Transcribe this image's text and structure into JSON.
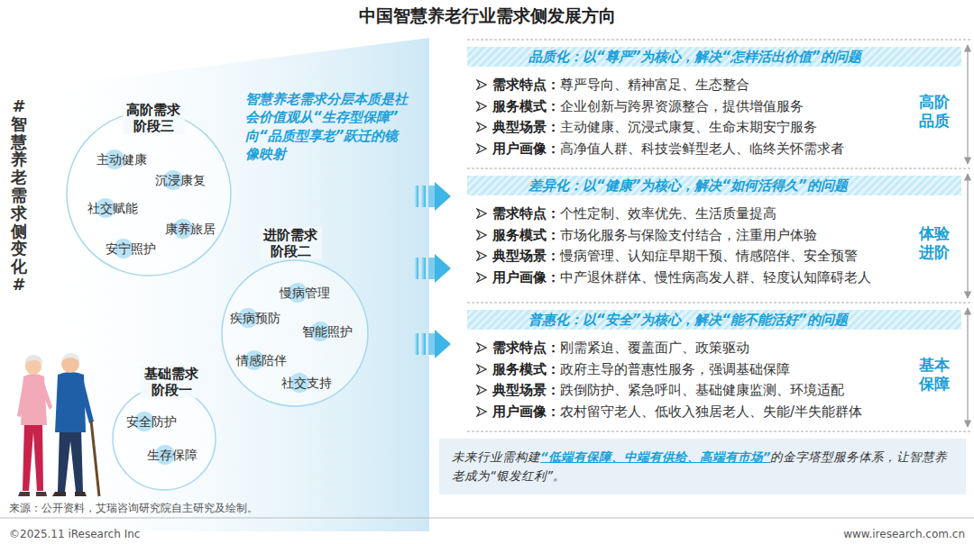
{
  "diagram": {
    "title": "中国智慧养老行业需求侧发展方向",
    "nodes": [
      {
        "text": [
          "高阶需求 阶段三"
        ]
      },
      {
        "text": [
          "主动健康"
        ],
        "in": 0
      },
      {
        "text": [
          "沉浸康复"
        ],
        "in": 0
      },
      {
        "text": [
          "社交赋能"
        ],
        "in": 0
      },
      {
        "text": [
          "康养旅居"
        ],
        "in": 0
      },
      {
        "text": [
          "安宁照护"
        ],
        "in": 0
      },
      {
        "text": [
          "进阶需求 阶段二"
        ]
      },
      {
        "text": [
          "慢病管理"
        ],
        "in": 6
      },
      {
        "text": [
          "疾病预防"
        ],
        "in": 6
      },
      {
        "text": [
          "智能照护"
        ],
        "in": 6
      },
      {
        "text": [
          "情感陪伴"
        ],
        "in": 6
      },
      {
        "text": [
          "社交支持"
        ],
        "in": 6
      },
      {
        "text": [
          "基础需求 阶段一"
        ]
      },
      {
        "text": [
          "安全防护"
        ],
        "in": 12
      },
      {
        "text": [
          "生存保障"
        ],
        "in": 12
      },
      {
        "text": [
          "品质化：以“尊严”为核心，解决“怎样活出价值”的问题",
          "需求特点：",
          "尊严导向、精神富足、生态整合",
          "服务模式：",
          "企业创新与跨界资源整合，提供增值服务",
          "典型场景：",
          "主动健康、沉浸式康复、生命末期安宁服务",
          "用户画像：",
          "高净值人群、科技尝鲜型老人、临终关怀需求者",
          "高阶品质"
        ]
      },
      {
        "text": [
          "差异化：以“健康”为核心，解决“如何活得久”的问题",
          "需求特点：",
          "个性定制、效率优先、生活质量提高",
          "服务模式：",
          "市场化服务与保险支付结合，注重用户体验",
          "典型场景：",
          "慢病管理、认知症早期干预、情感陪伴、安全预警",
          "用户画像：",
          "中产退休群体、慢性病高发人群、轻度认知障碍老人",
          "体验进阶"
        ]
      },
      {
        "text": [
          "普惠化：以“安全”为核心，解决“能不能活好”的问题",
          "需求特点：",
          "刚需紧迫、覆盖面广、政策驱动",
          "服务模式：",
          "政府主导的普惠性服务，强调基础保障",
          "典型场景：",
          "跌倒防护、紧急呼叫、基础健康监测、环境适配",
          "用户画像：",
          "农村留守老人、低收入独居老人、失能/半失能群体",
          "基本保障"
        ]
      },
      {
        "text": [
          "未来行业需构建",
          "“低端有保障、中端有供给、高端有市场”",
          "的金字塔型服务体系，让智慧养老成为“银发红利”。"
        ]
      }
    ],
    "labels": [
      "#智慧养老需求侧变化#",
      "智慧养老需求分层本质是社会价值观从“生存型保障”向“品质型享老”跃迁的镜像映射",
      "来源：公开资料，艾瑞咨询研究院自主研究及绘制。",
      "©2025.11 iResearch Inc",
      "www.iresearch.com.cn"
    ]
  }
}
